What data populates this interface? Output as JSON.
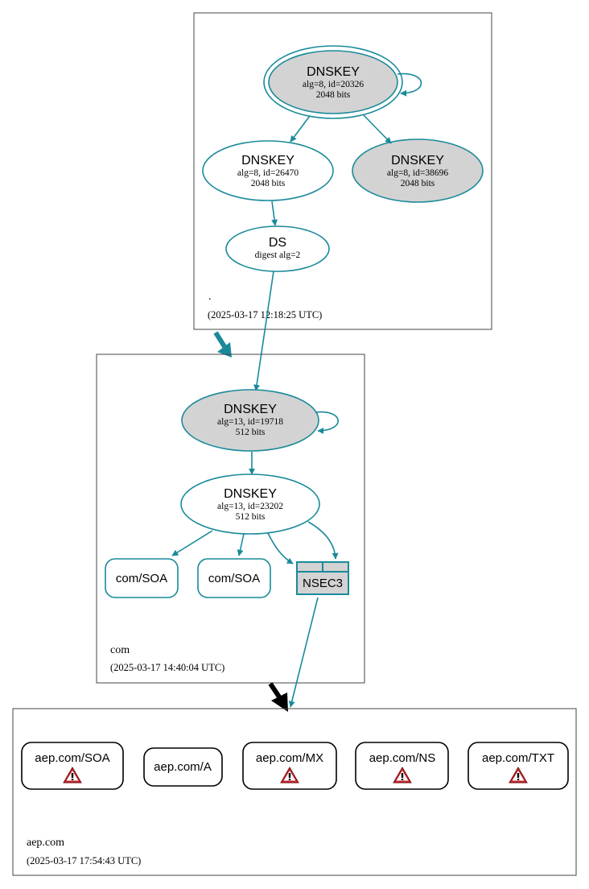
{
  "zones": {
    "root": {
      "name": ".",
      "timestamp": "(2025-03-17 12:18:25 UTC)",
      "ksk": {
        "title": "DNSKEY",
        "alg_id": "alg=8, id=20326",
        "bits": "2048 bits"
      },
      "zsk": {
        "title": "DNSKEY",
        "alg_id": "alg=8, id=26470",
        "bits": "2048 bits"
      },
      "standby": {
        "title": "DNSKEY",
        "alg_id": "alg=8, id=38696",
        "bits": "2048 bits"
      },
      "ds": {
        "title": "DS",
        "digest": "digest alg=2"
      }
    },
    "com": {
      "name": "com",
      "timestamp": "(2025-03-17 14:40:04 UTC)",
      "ksk": {
        "title": "DNSKEY",
        "alg_id": "alg=13, id=19718",
        "bits": "512 bits"
      },
      "zsk": {
        "title": "DNSKEY",
        "alg_id": "alg=13, id=23202",
        "bits": "512 bits"
      },
      "soa1": "com/SOA",
      "soa2": "com/SOA",
      "nsec3": "NSEC3"
    },
    "aep": {
      "name": "aep.com",
      "timestamp": "(2025-03-17 17:54:43 UTC)",
      "records": [
        {
          "label": "aep.com/SOA",
          "warning": true
        },
        {
          "label": "aep.com/A",
          "warning": false
        },
        {
          "label": "aep.com/MX",
          "warning": true
        },
        {
          "label": "aep.com/NS",
          "warning": true
        },
        {
          "label": "aep.com/TXT",
          "warning": true
        }
      ]
    }
  },
  "colors": {
    "edge": "#198a9a",
    "ksk_fill": "#d3d3d3",
    "warning_red": "#c0262b",
    "delegation_insecure": "#000000"
  }
}
